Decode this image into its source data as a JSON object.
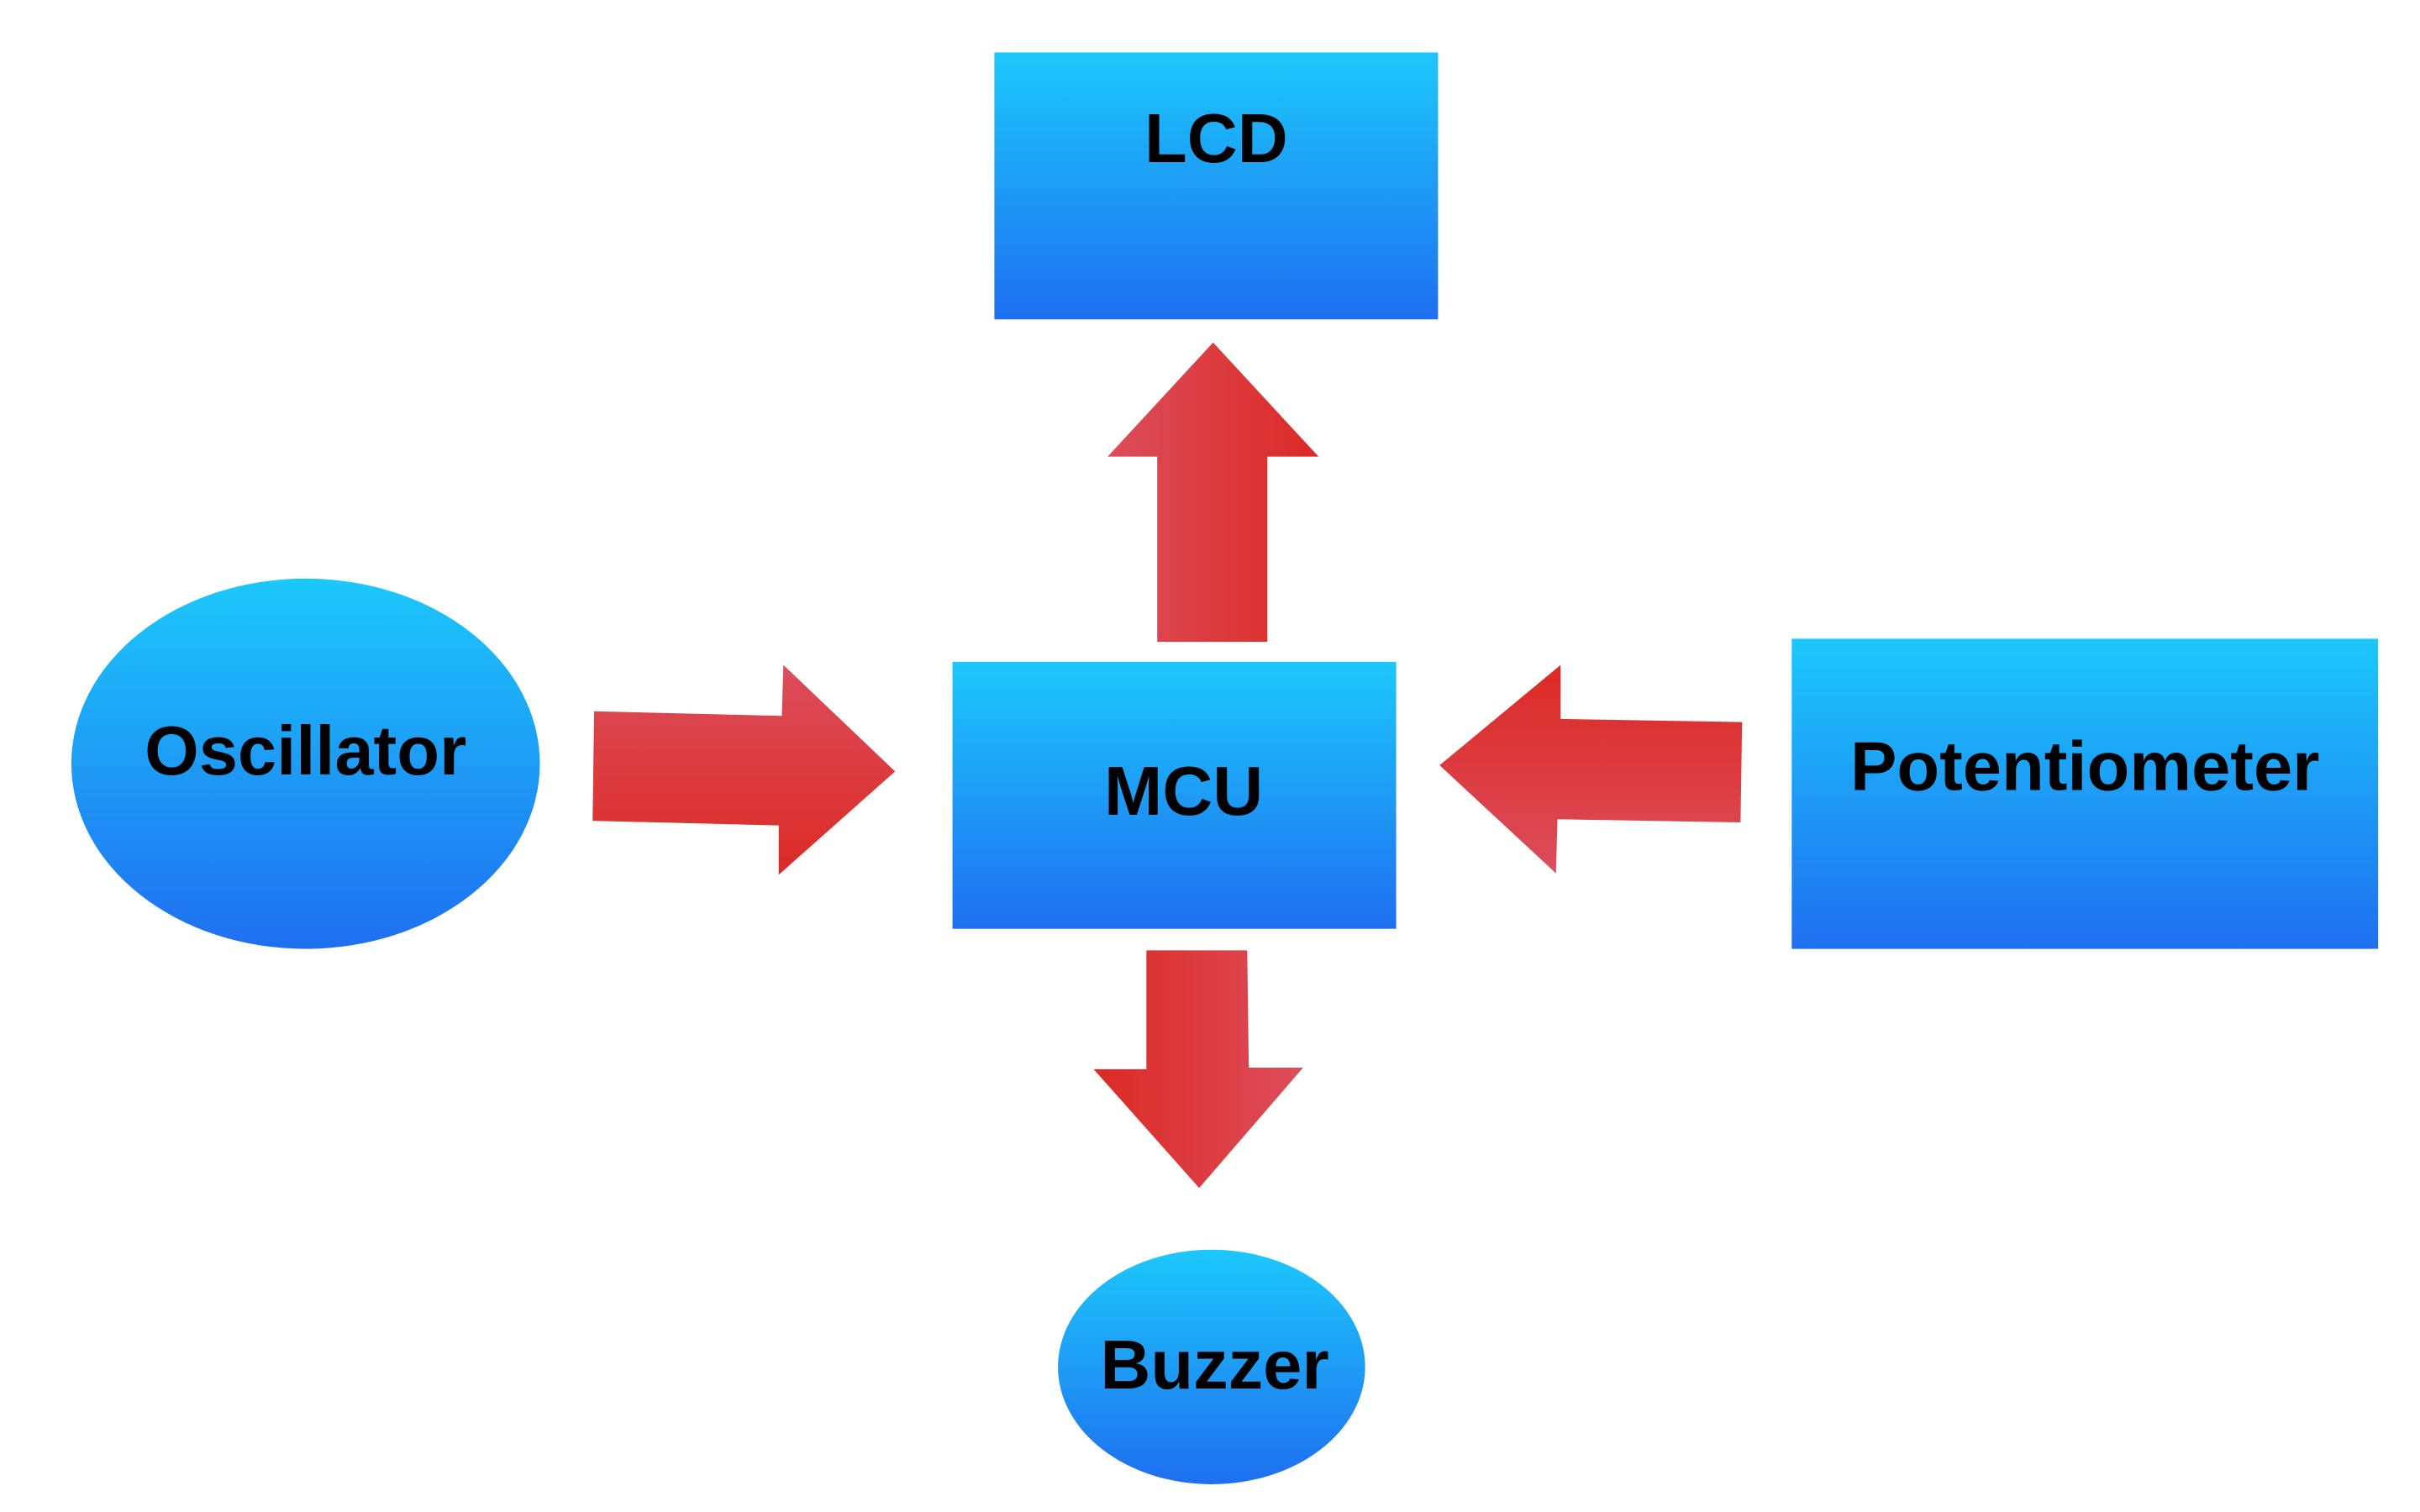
{
  "colors": {
    "node_top": "#1cc8fb",
    "node_bottom": "#1f6ff0",
    "arrow_light": "#dc4d5b",
    "arrow_dark": "#dc2a25",
    "text": "#000000",
    "background": "#ffffff"
  },
  "nodes": {
    "lcd": {
      "label": "LCD",
      "shape": "rectangle"
    },
    "mcu": {
      "label": "MCU",
      "shape": "rectangle"
    },
    "oscillator": {
      "label": "Oscillator",
      "shape": "ellipse"
    },
    "potentiometer": {
      "label": "Potentiometer",
      "shape": "rectangle"
    },
    "buzzer": {
      "label": "Buzzer",
      "shape": "ellipse"
    }
  },
  "edges": [
    {
      "from": "oscillator",
      "to": "mcu"
    },
    {
      "from": "potentiometer",
      "to": "mcu"
    },
    {
      "from": "mcu",
      "to": "lcd"
    },
    {
      "from": "mcu",
      "to": "buzzer"
    }
  ]
}
